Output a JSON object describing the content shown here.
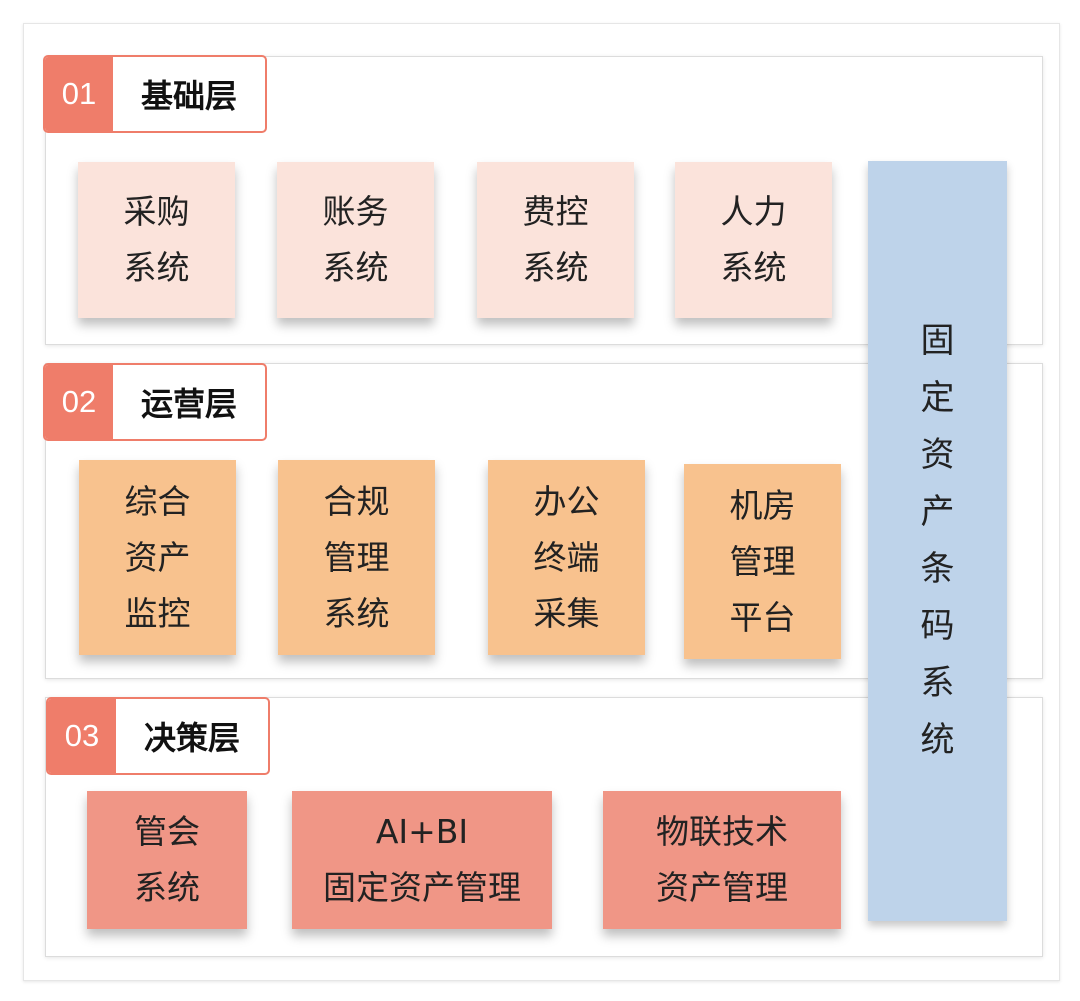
{
  "layers": [
    {
      "number": "01",
      "title": "基础层",
      "cards": [
        {
          "lines": [
            "采购",
            "系统"
          ]
        },
        {
          "lines": [
            "账务",
            "系统"
          ]
        },
        {
          "lines": [
            "费控",
            "系统"
          ]
        },
        {
          "lines": [
            "人力",
            "系统"
          ]
        }
      ]
    },
    {
      "number": "02",
      "title": "运营层",
      "cards": [
        {
          "lines": [
            "综合",
            "资产",
            "监控"
          ]
        },
        {
          "lines": [
            "合规",
            "管理",
            "系统"
          ]
        },
        {
          "lines": [
            "办公",
            "终端",
            "采集"
          ]
        },
        {
          "lines": [
            "机房",
            "管理",
            "平台"
          ]
        }
      ]
    },
    {
      "number": "03",
      "title": "决策层",
      "cards": [
        {
          "lines": [
            "管会",
            "系统"
          ]
        },
        {
          "lines": [
            "AI+BI",
            "固定资产管理"
          ]
        },
        {
          "lines": [
            "物联技术",
            "资产管理"
          ]
        }
      ]
    }
  ],
  "side_system": {
    "chars": [
      "固",
      "定",
      "资",
      "产",
      "条",
      "码",
      "系",
      "统"
    ]
  },
  "colors": {
    "accent": "#ef7d6a",
    "layer1_card": "#fbe3db",
    "layer2_card": "#f8c28e",
    "layer3_card": "#f09686",
    "side_bar": "#bed3ea"
  }
}
